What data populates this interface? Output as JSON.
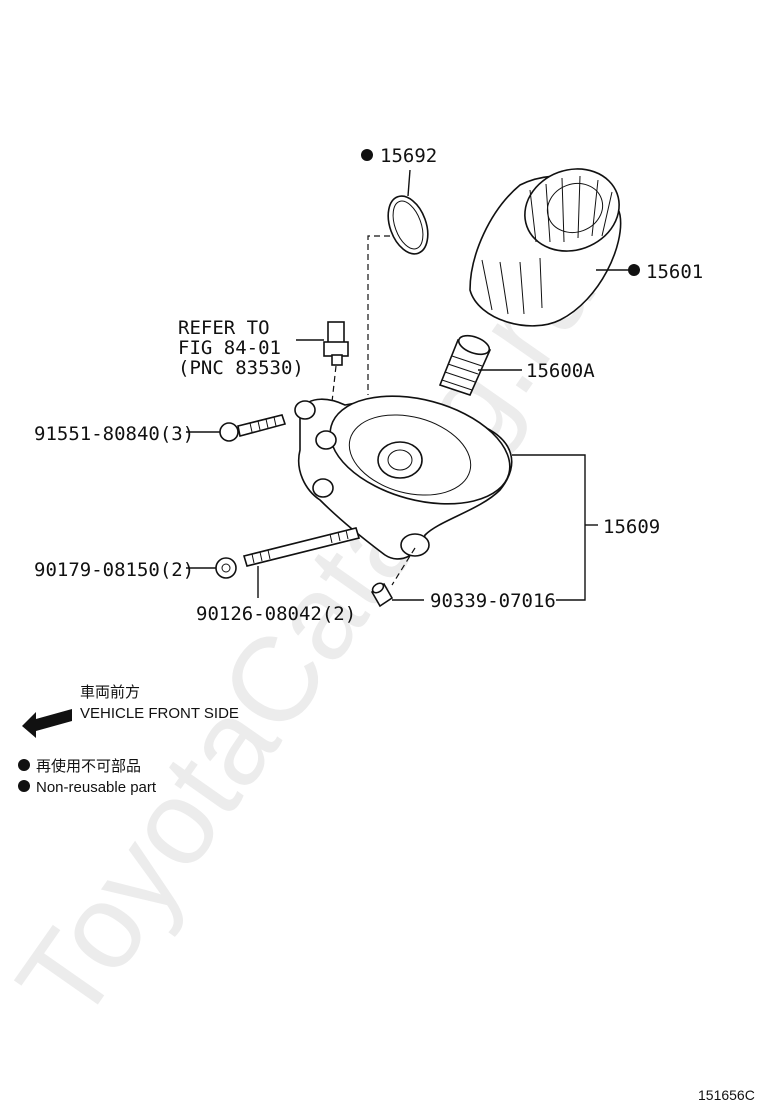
{
  "watermark": "ToyotaCatalog.ru",
  "callouts": {
    "oring": "15692",
    "filter": "15601",
    "union": "15600A",
    "bracket": "15609",
    "bolt": "91551-80840(3)",
    "nut": "90179-08150(2)",
    "stud": "90126-08042(2)",
    "plug": "90339-07016"
  },
  "refer": {
    "line1": "REFER TO",
    "line2": "FIG 84-01",
    "line3": "(PNC 83530)"
  },
  "legend": {
    "front_jp": "車両前方",
    "front_en": "VEHICLE FRONT SIDE",
    "nonreuse_jp": "再使用不可部品",
    "nonreuse_en": "Non-reusable part"
  },
  "figure_id": "151656C",
  "icons": [
    "arrow-left-icon",
    "bullet-dot-icon"
  ]
}
